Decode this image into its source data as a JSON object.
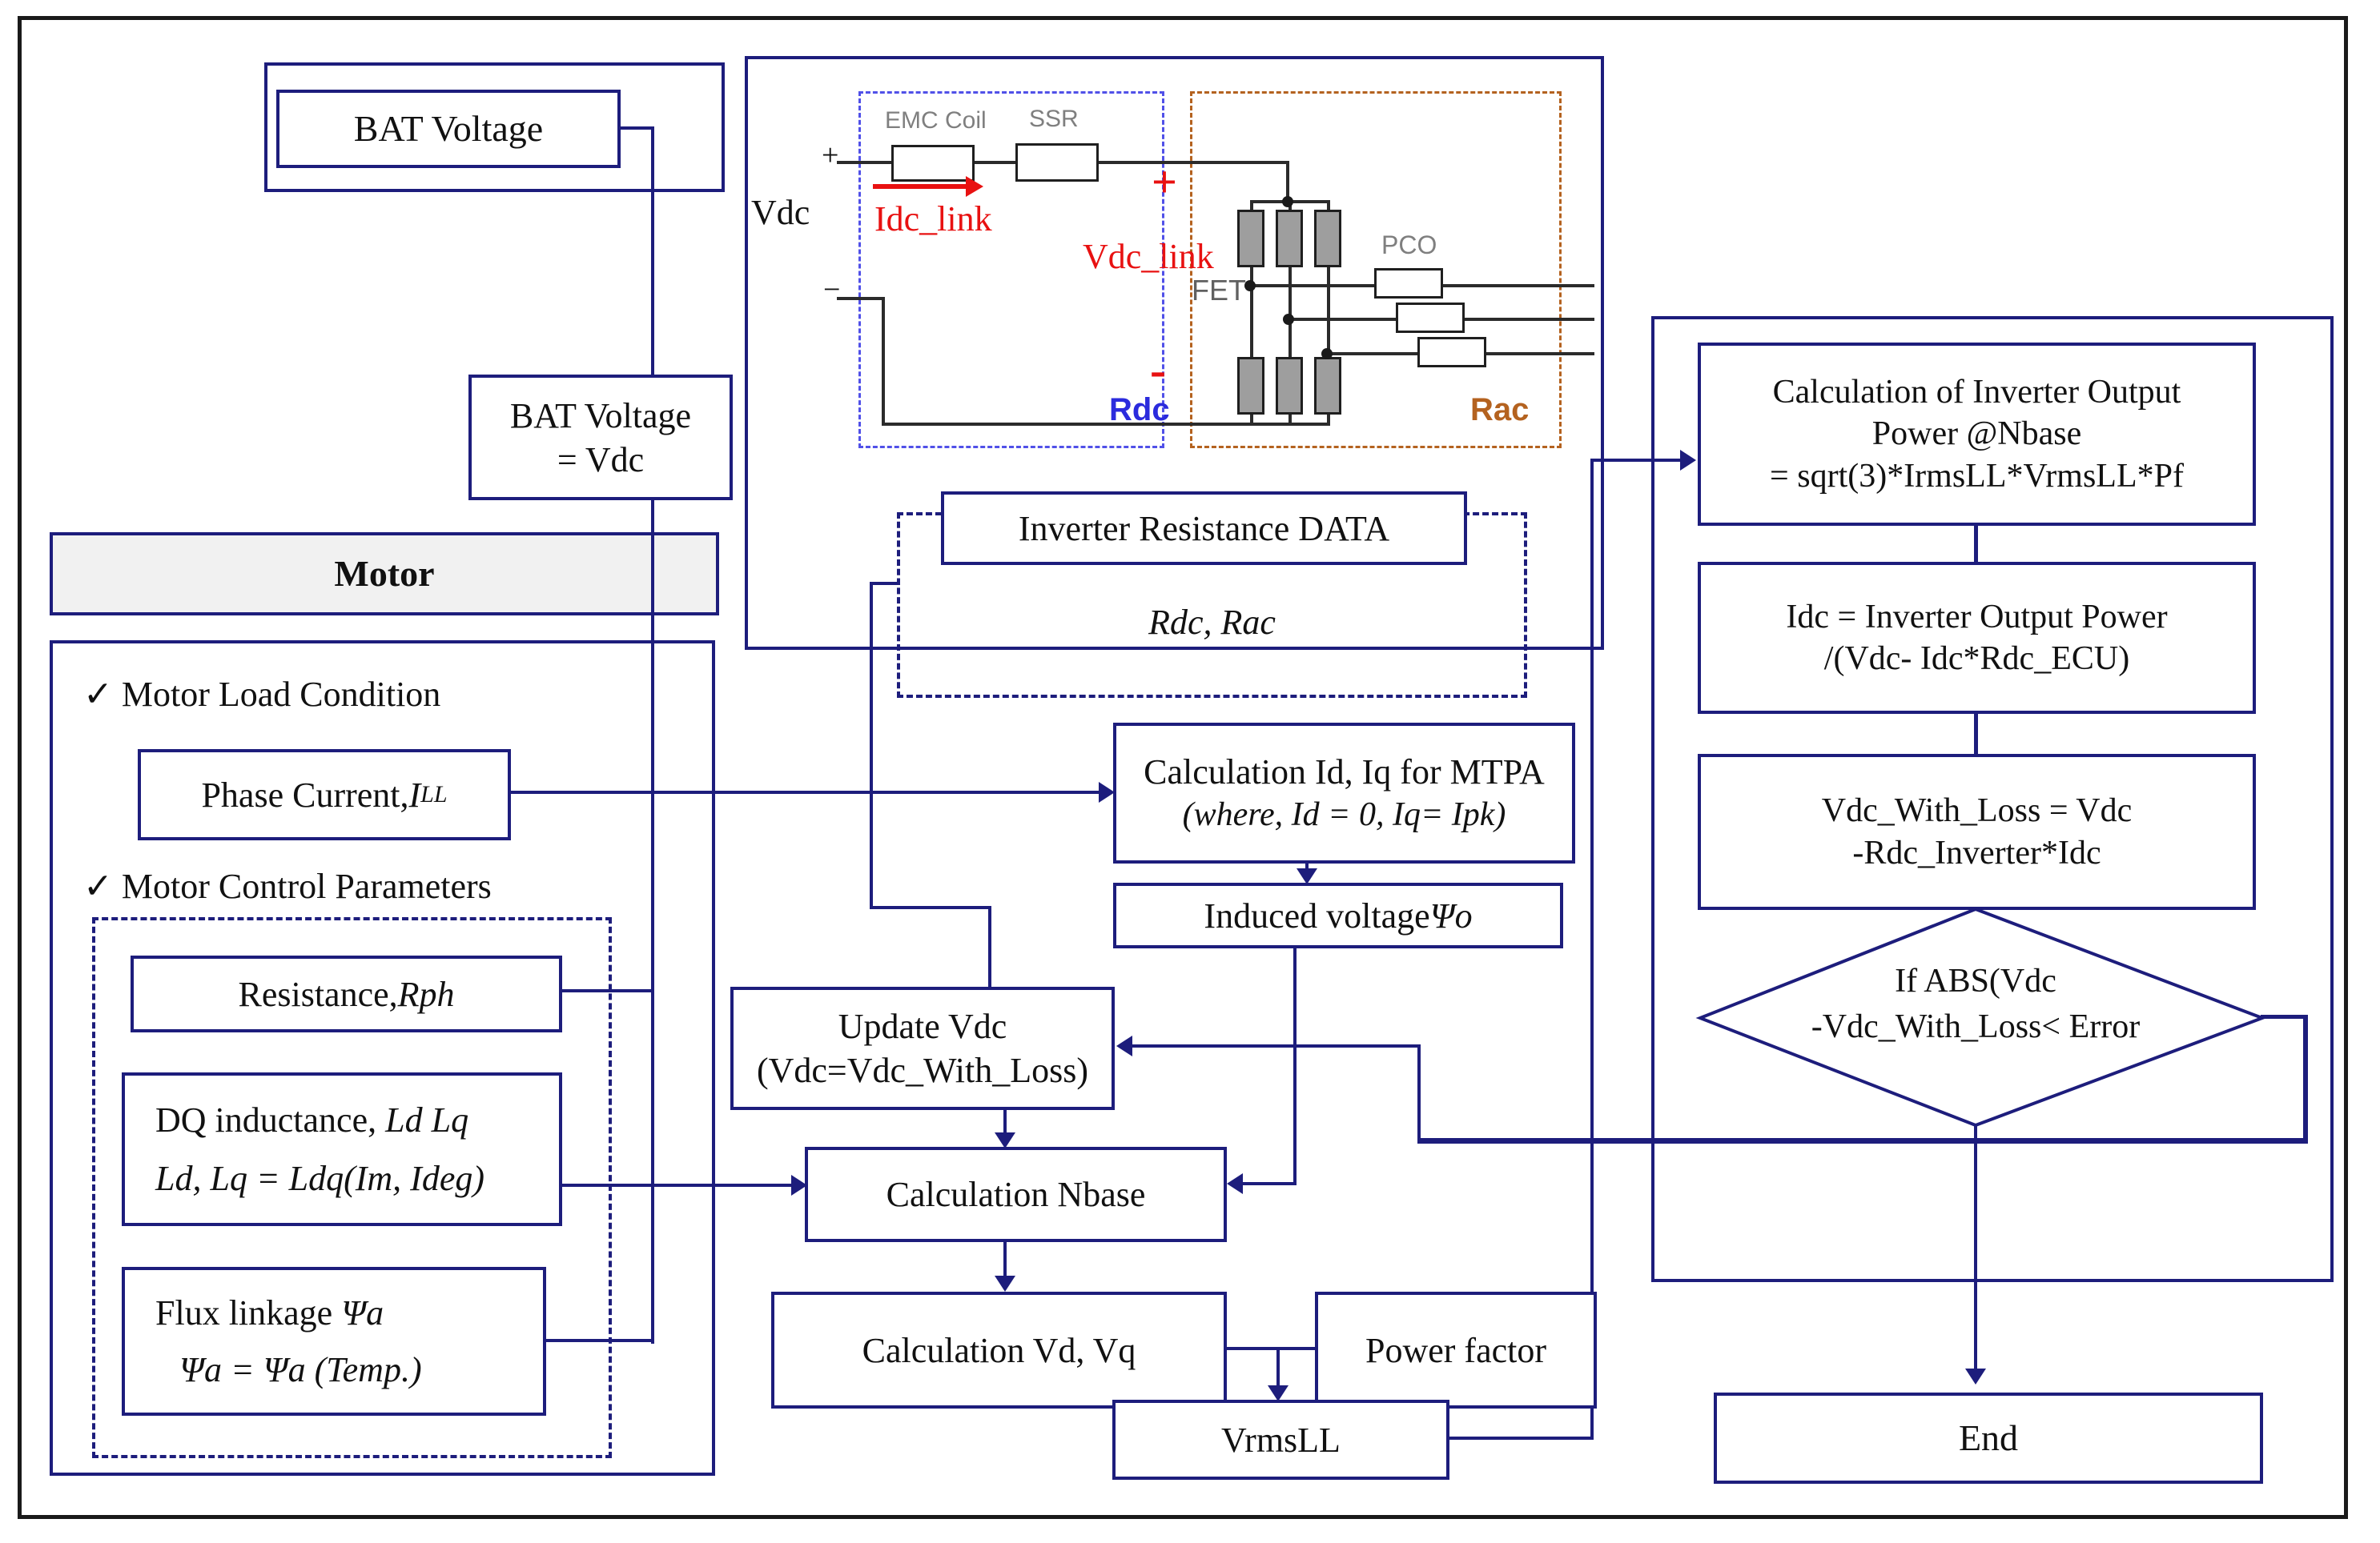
{
  "diagram": {
    "colors": {
      "line_navy": "#1d1d7c",
      "wire_black": "#2b2b2b",
      "accent_red": "#e81111",
      "rdc_label_blue": "#2b2bdd",
      "rac_label_brown": "#b4621f",
      "fet_fill_gray": "#9e9e9e",
      "header_fill": "#f1f1f1"
    },
    "left": {
      "bat_voltage": "BAT Voltage",
      "bat_vdc_line1": "BAT Voltage",
      "bat_vdc_line2": "=  Vdc",
      "motor_header": "Motor",
      "check": "✓",
      "load_condition": "Motor Load Condition",
      "phase_current_prefix": "Phase Current, ",
      "phase_current_symbol": "I",
      "phase_current_sub": "LL",
      "control_parameters": "Motor Control Parameters",
      "resistance_prefix": "Resistance, ",
      "resistance_symbol": "Rph",
      "dq_line1_prefix": "DQ inductance, ",
      "dq_line1_symbol": "Ld Lq",
      "dq_line2": "Ld, Lq = Ldq(Im, Ideg)",
      "flux_line1_prefix": "Flux linkage  ",
      "flux_line1_symbol": "Ψa",
      "flux_line2": "Ψa =  Ψa (Temp.)"
    },
    "circuit": {
      "vdc": "Vdc",
      "plus": "+",
      "minus": "−",
      "emc_coil": "EMC  Coil",
      "ssr": "SSR",
      "idc_link": "Idc_link",
      "vdc_link": "Vdc_link",
      "plus_red": "+",
      "minus_red": "-",
      "fet": "FET",
      "pco": "PCO",
      "rdc": "Rdc",
      "rac": "Rac"
    },
    "data_box": {
      "title": "Inverter Resistance DATA",
      "values": "Rdc, Rac"
    },
    "mid": {
      "mtpa_line1": "Calculation Id, Iq for MTPA",
      "mtpa_line2": "(where, Id = 0, Iq= Ipk)",
      "induced_prefix": "Induced voltage  ",
      "induced_symbol": "Ψo",
      "update_line1": "Update Vdc",
      "update_line2": "(Vdc=Vdc_With_Loss)",
      "nbase": "Calculation Nbase",
      "vdvq": "Calculation Vd, Vq",
      "power_factor": "Power factor",
      "vrmsll": "VrmsLL"
    },
    "right": {
      "p1_line1": "Calculation of Inverter Output",
      "p1_line2": "Power @Nbase",
      "p1_line3": "= sqrt(3)*IrmsLL*VrmsLL*Pf",
      "p2_line1": "Idc = Inverter Output Power",
      "p2_line2": "/(Vdc- Idc*Rdc_ECU)",
      "p3_line1": "Vdc_With_Loss = Vdc",
      "p3_line2": "-Rdc_Inverter*Idc",
      "diamond_line1": "If ABS(Vdc",
      "diamond_line2": "-Vdc_With_Loss< Error",
      "end": "End"
    }
  }
}
